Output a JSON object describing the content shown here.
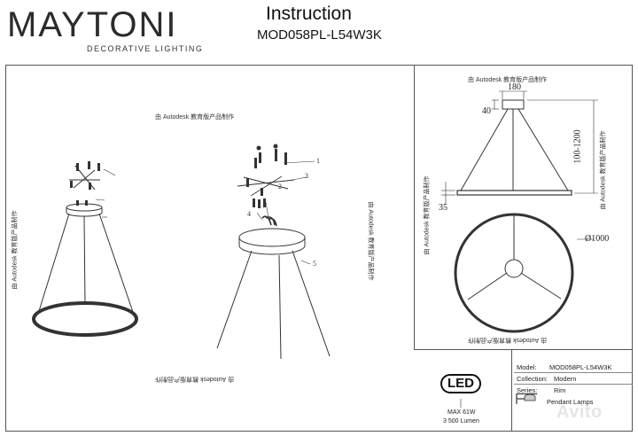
{
  "header": {
    "brand": "MAYTONI",
    "brand_subtitle": "DECORATIVE LIGHTING",
    "doc_title": "Instruction",
    "model_code": "MOD058PL-L54W3K"
  },
  "watermark": "由 Autodesk 教育版产品制作",
  "assembly_labels": [
    "1",
    "2",
    "3",
    "4",
    "5"
  ],
  "dimensions": {
    "canopy_width": "180",
    "canopy_height": "40",
    "suspension_length": "100-1200",
    "ring_height": "35",
    "ring_diameter": "Ø1000"
  },
  "led_badge": {
    "logo_text": "LED",
    "power": "MAX 61W",
    "lumen": "3 500 Lumen"
  },
  "specs": {
    "model_label": "Model:",
    "model_value": "MOD058PL-L54W3K",
    "collection_label": "Collection:",
    "collection_value": "Modern",
    "series_label": "Series:",
    "series_value": "Rim",
    "type_value": "Pendant Lamps"
  },
  "overlay_watermark": "Avito"
}
